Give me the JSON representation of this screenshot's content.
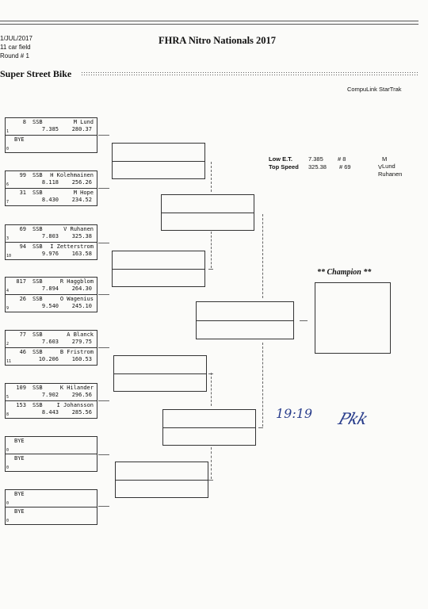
{
  "header": {
    "date": "1/JUL/2017",
    "field": "11 car field",
    "round": "Round # 1",
    "title": "FHRA Nitro Nationals 2017",
    "event": "Super Street Bike",
    "compulink": "CompuLink StarTrak"
  },
  "stats": {
    "low_et_label": "Low  E.T.",
    "low_et_value": "7.385",
    "low_et_num": "# 8",
    "low_et_name": "M Lund",
    "top_speed_label": "Top Speed",
    "top_speed_value": "325.38",
    "top_speed_num": "# 69",
    "top_speed_name": "V Ruhanen"
  },
  "champion_label": "** Champion **",
  "handwriting": {
    "note": "19:19",
    "signature": "Pkk"
  },
  "pairs": [
    {
      "top": {
        "num": "8",
        "cls": "SSB",
        "name": "M Lund",
        "et": "7.385",
        "mph": "280.37",
        "lane": "1"
      },
      "bottom": {
        "bye": "BYE",
        "lane": "0"
      }
    },
    {
      "top": {
        "num": "99",
        "cls": "SSB",
        "name": "H Kolehmainen",
        "et": "8.118",
        "mph": "256.26",
        "lane": "6"
      },
      "bottom": {
        "num": "31",
        "cls": "SSB",
        "name": "M Hope",
        "et": "8.430",
        "mph": "234.52",
        "lane": "7"
      }
    },
    {
      "top": {
        "num": "69",
        "cls": "SSB",
        "name": "V Ruhanen",
        "et": "7.803",
        "mph": "325.38",
        "lane": "3"
      },
      "bottom": {
        "num": "94",
        "cls": "SSB",
        "name": "I Zetterstrom",
        "et": "9.976",
        "mph": "163.58",
        "lane": "10"
      }
    },
    {
      "top": {
        "num": "817",
        "cls": "SSB",
        "name": "R Haggblom",
        "et": "7.894",
        "mph": "264.30",
        "lane": "4"
      },
      "bottom": {
        "num": "26",
        "cls": "SSB",
        "name": "O Wagenius",
        "et": "9.540",
        "mph": "245.10",
        "lane": "9"
      }
    },
    {
      "top": {
        "num": "77",
        "cls": "SSB",
        "name": "A Blanck",
        "et": "7.603",
        "mph": "279.75",
        "lane": "2"
      },
      "bottom": {
        "num": "46",
        "cls": "SSB",
        "name": "B Fristrom",
        "et": "10.206",
        "mph": "160.53",
        "lane": "11"
      }
    },
    {
      "top": {
        "num": "109",
        "cls": "SSB",
        "name": "K Hilander",
        "et": "7.902",
        "mph": "296.56",
        "lane": "5"
      },
      "bottom": {
        "num": "153",
        "cls": "SSB",
        "name": "I Johansson",
        "et": "8.443",
        "mph": "285.56",
        "lane": "8"
      }
    },
    {
      "top": {
        "bye": "BYE",
        "lane": "0"
      },
      "bottom": {
        "bye": "BYE",
        "lane": "0"
      }
    },
    {
      "top": {
        "bye": "BYE",
        "lane": "0"
      },
      "bottom": {
        "bye": "BYE",
        "lane": "0"
      }
    }
  ]
}
